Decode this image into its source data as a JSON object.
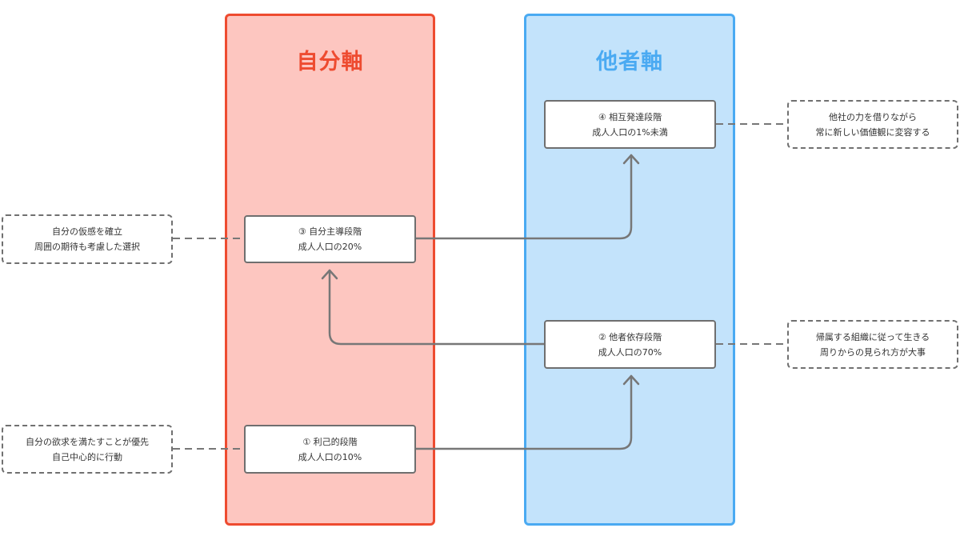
{
  "columns": {
    "self": {
      "title": "自分軸"
    },
    "other": {
      "title": "他者軸"
    }
  },
  "nodes": {
    "stage1": {
      "title": "① 利己的段階",
      "subtitle": "成人人口の10%"
    },
    "stage2": {
      "title": "② 他者依存段階",
      "subtitle": "成人人口の70%"
    },
    "stage3": {
      "title": "③ 自分主導段階",
      "subtitle": "成人人口の20%"
    },
    "stage4": {
      "title": "④ 相互発達段階",
      "subtitle": "成人人口の1%未満"
    }
  },
  "notes": {
    "stage1": {
      "line1": "自分の欲求を満たすことが優先",
      "line2": "自己中心的に行動"
    },
    "stage2": {
      "line1": "帰属する組織に従って生きる",
      "line2": "周りからの見られ方が大事"
    },
    "stage3": {
      "line1": "自分の仮感を確立",
      "line2": "周囲の期待も考慮した選択"
    },
    "stage4": {
      "line1": "他社の力を借りながら",
      "line2": "常に新しい価値観に変容する"
    }
  },
  "colors": {
    "self_fill": "#fdc6c0",
    "self_border": "#ee4b30",
    "other_fill": "#c3e3fb",
    "other_border": "#4aaaf2",
    "connector": "#777777"
  }
}
